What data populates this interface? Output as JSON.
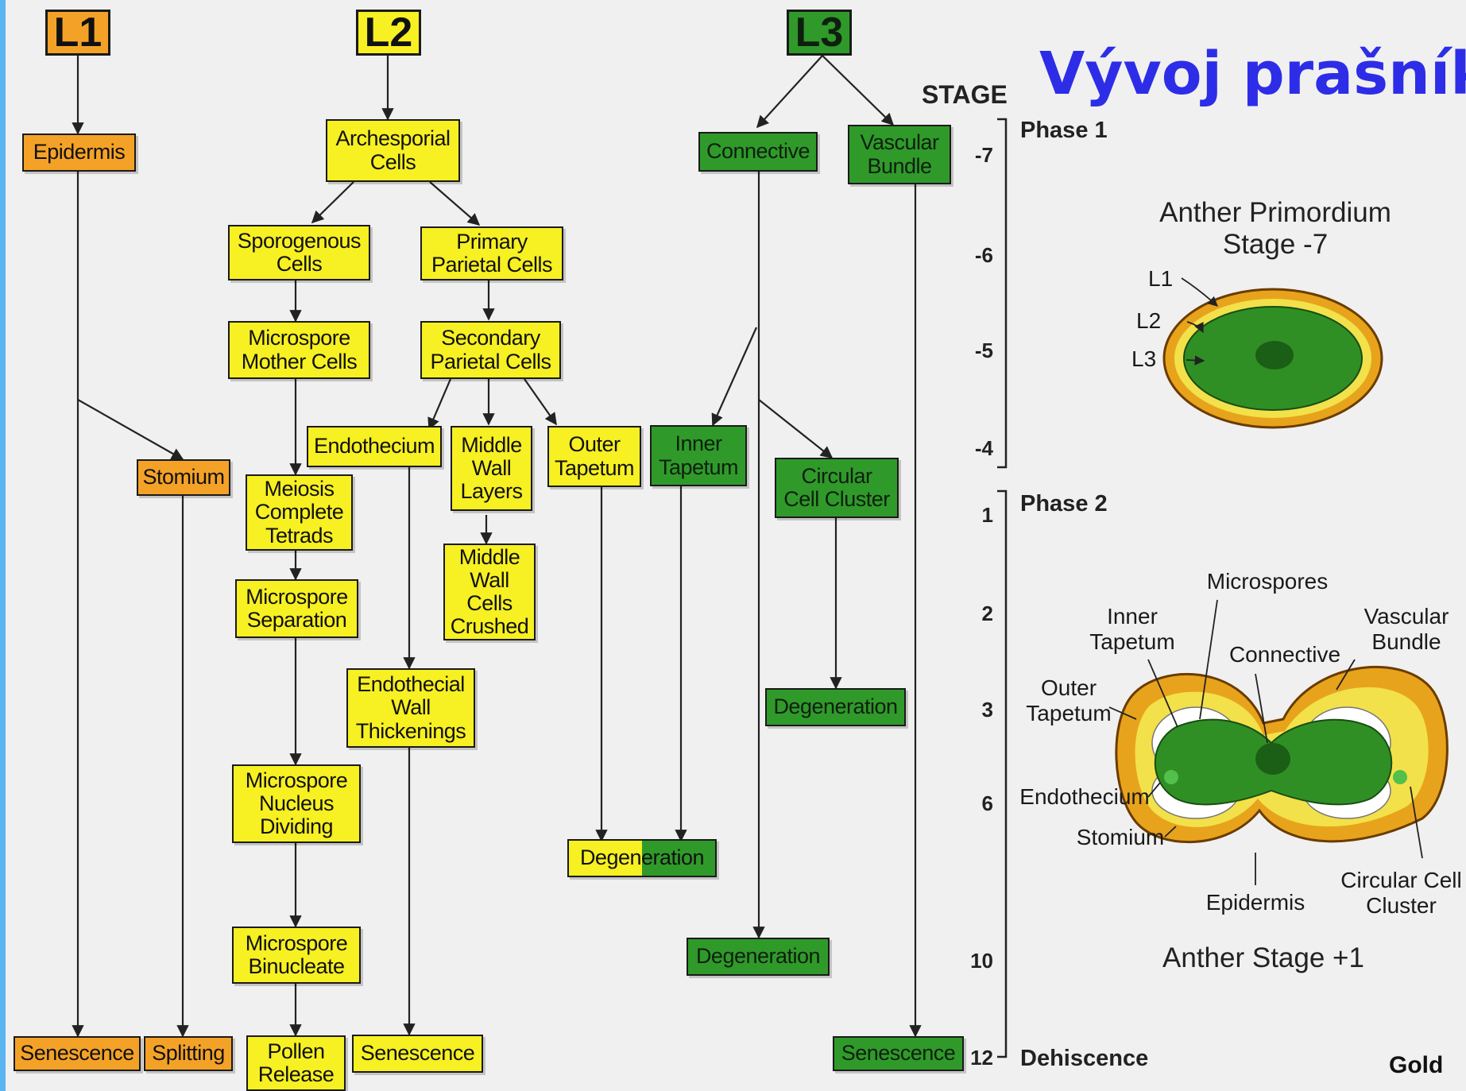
{
  "title": "Vývoj prašníku",
  "layers": {
    "l1": "L1",
    "l2": "L2",
    "l3": "L3"
  },
  "boxes": {
    "epidermis": "Epidermis",
    "stomium": "Stomium",
    "senescence_l1": "Senescence",
    "splitting": "Splitting",
    "archesporial": "Archesporial\nCells",
    "sporogenous": "Sporogenous\nCells",
    "primary_parietal": "Primary\nParietal Cells",
    "microspore_mother": "Microspore\nMother Cells",
    "secondary_parietal": "Secondary\nParietal Cells",
    "endothecium": "Endothecium",
    "middle_wall_layers": "Middle\nWall\nLayers",
    "outer_tapetum": "Outer\nTapetum",
    "meiosis": "Meiosis\nComplete\nTetrads",
    "middle_wall_crushed": "Middle\nWall\nCells\nCrushed",
    "microspore_separation": "Microspore\nSeparation",
    "endothecial_wall": "Endothecial\nWall\nThickenings",
    "microspore_nucleus": "Microspore\nNucleus\nDividing",
    "microspore_binucleate": "Microspore\nBinucleate",
    "pollen_release": "Pollen\nRelease",
    "senescence_l2": "Senescence",
    "connective": "Connective",
    "vascular_bundle": "Vascular\nBundle",
    "inner_tapetum": "Inner\nTapetum",
    "circular_cell_cluster": "Circular\nCell Cluster",
    "degeneration_tapetum": "Degeneration",
    "degeneration_circular": "Degeneration",
    "degeneration_connective": "Degeneration",
    "senescence_l3": "Senescence"
  },
  "stage": {
    "header": "STAGE",
    "numbers": [
      "-7",
      "-6",
      "-5",
      "-4",
      "1",
      "2",
      "3",
      "6",
      "10",
      "12"
    ],
    "phase1": "Phase 1",
    "phase2": "Phase 2",
    "dehiscence": "Dehiscence"
  },
  "primordium": {
    "caption": "Anther Primordium\nStage -7",
    "labels": [
      "L1",
      "L2",
      "L3"
    ]
  },
  "anther": {
    "caption": "Anther Stage +1",
    "labels": {
      "microspores": "Microspores",
      "inner_tapetum": "Inner\nTapetum",
      "connective": "Connective",
      "vascular_bundle": "Vascular\nBundle",
      "outer_tapetum": "Outer\nTapetum",
      "endothecium": "Endothecium",
      "stomium": "Stomium",
      "epidermis": "Epidermis",
      "circular_cell_cluster": "Circular Cell\nCluster"
    }
  },
  "credit": "Gold",
  "colors": {
    "l1": "#f4a227",
    "l2": "#f7f022",
    "l3": "#2f9a2a",
    "title": "#2d2de8"
  }
}
